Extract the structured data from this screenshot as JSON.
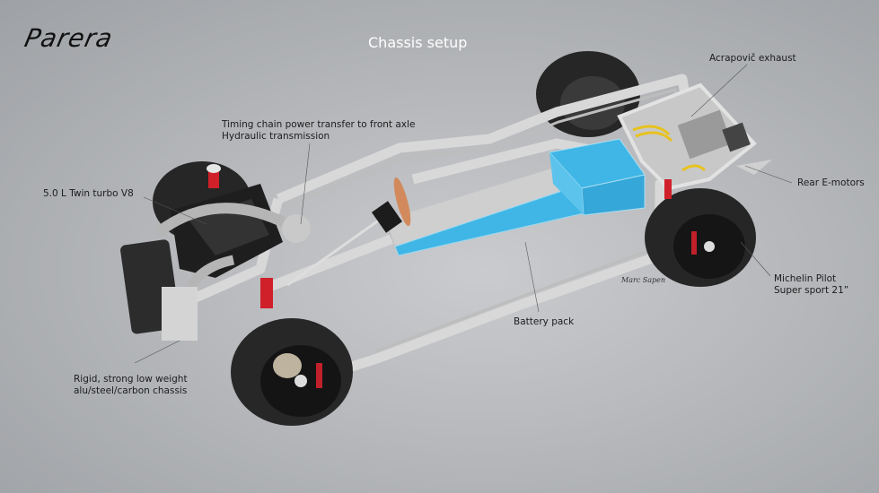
{
  "brand": {
    "logo_text": "Parera"
  },
  "header": {
    "title": "Chassis setup"
  },
  "annotations": [
    {
      "id": "timing-chain",
      "lines": [
        "Timing chain power transfer to front axle",
        "Hydraulic transmission"
      ]
    },
    {
      "id": "engine",
      "lines": [
        "5.0 L Twin turbo V8"
      ]
    },
    {
      "id": "chassis",
      "lines": [
        "Rigid, strong low weight",
        "alu/steel/carbon chassis"
      ]
    },
    {
      "id": "battery",
      "lines": [
        "Battery pack"
      ]
    },
    {
      "id": "exhaust",
      "lines": [
        "Acrapovič exhaust"
      ]
    },
    {
      "id": "rear-motors",
      "lines": [
        "Rear E-motors"
      ]
    },
    {
      "id": "tyres",
      "lines": [
        "Michelin Pilot",
        "Super sport 21”"
      ]
    }
  ],
  "signature": {
    "text": "Marc Sapen"
  },
  "colors": {
    "battery": "#3fb6e6",
    "frame": "#d6d6d6",
    "spring": "#d0202a",
    "tyre": "#2a2a2a",
    "wire": "#e8c21e"
  }
}
